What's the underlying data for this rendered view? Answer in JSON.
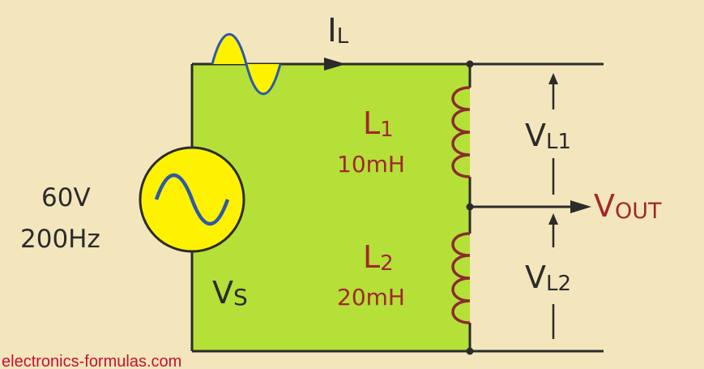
{
  "source": {
    "label": "60V",
    "frequency": "200Hz",
    "symbol": "V",
    "symbol_sub": "S"
  },
  "current": {
    "symbol": "I",
    "sub": "L"
  },
  "inductor1": {
    "name": "L",
    "sub": "1",
    "value": "10mH"
  },
  "inductor2": {
    "name": "L",
    "sub": "2",
    "value": "20mH"
  },
  "voltage1": {
    "symbol": "V",
    "sub": "L1"
  },
  "voltage2": {
    "symbol": "V",
    "sub": "L2"
  },
  "output": {
    "symbol": "V",
    "sub": "OUT"
  },
  "footer": "electronics-formulas.com",
  "colors": {
    "background": "#f3e6bd",
    "panel": "#b5e037",
    "wire": "#2b2b2b",
    "source_fill": "#fff200",
    "source_wave": "#2d5aa8",
    "coil": "#8b2b2e",
    "red_text": "#a0282b",
    "footer_text": "#c8102e"
  }
}
